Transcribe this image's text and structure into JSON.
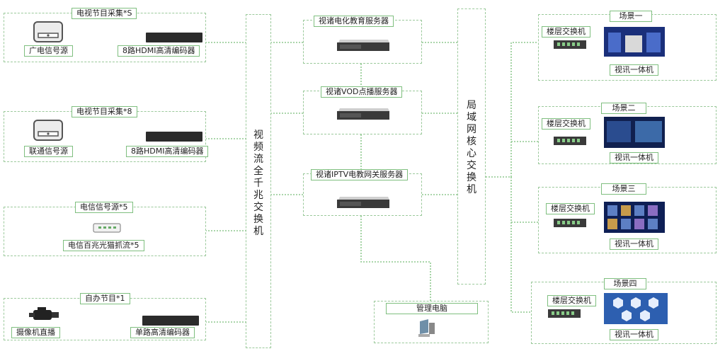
{
  "groups": {
    "g1": {
      "title": "电视节目采集*S",
      "source": "广电信号源",
      "device": "8路HDMI高清编码器"
    },
    "g2": {
      "title": "电视节目采集*8",
      "source": "联通信号源",
      "device": "8路HDMI高清编码器"
    },
    "g3": {
      "title": "电信信号源*5",
      "device": "电信百兆光猫抓流*5"
    },
    "g4": {
      "title": "自办节目*1",
      "source": "摄像机直播",
      "device": "单路高清编码器"
    }
  },
  "switch_video": "视频流全千兆交换机",
  "switch_core": "局域网核心交换机",
  "servers": {
    "s1": "视诸电化教育服务器",
    "s2": "视诸VOD点播服务器",
    "s3": "视诸IPTV电教网关服务器"
  },
  "admin_pc": "管理电脑",
  "scenes": [
    {
      "title": "场景一",
      "switch": "楼层交换机",
      "terminal": "视讯一体机"
    },
    {
      "title": "场景二",
      "switch": "楼层交换机",
      "terminal": "视讯一体机"
    },
    {
      "title": "场景三",
      "switch": "楼层交换机",
      "terminal": "视讯一体机"
    },
    {
      "title": "场景四",
      "switch": "楼层交换机",
      "terminal": "视讯一体机"
    }
  ],
  "colors": {
    "line": "#8fc98f",
    "border": "#9bc99b",
    "device": "#2b2b2b"
  }
}
